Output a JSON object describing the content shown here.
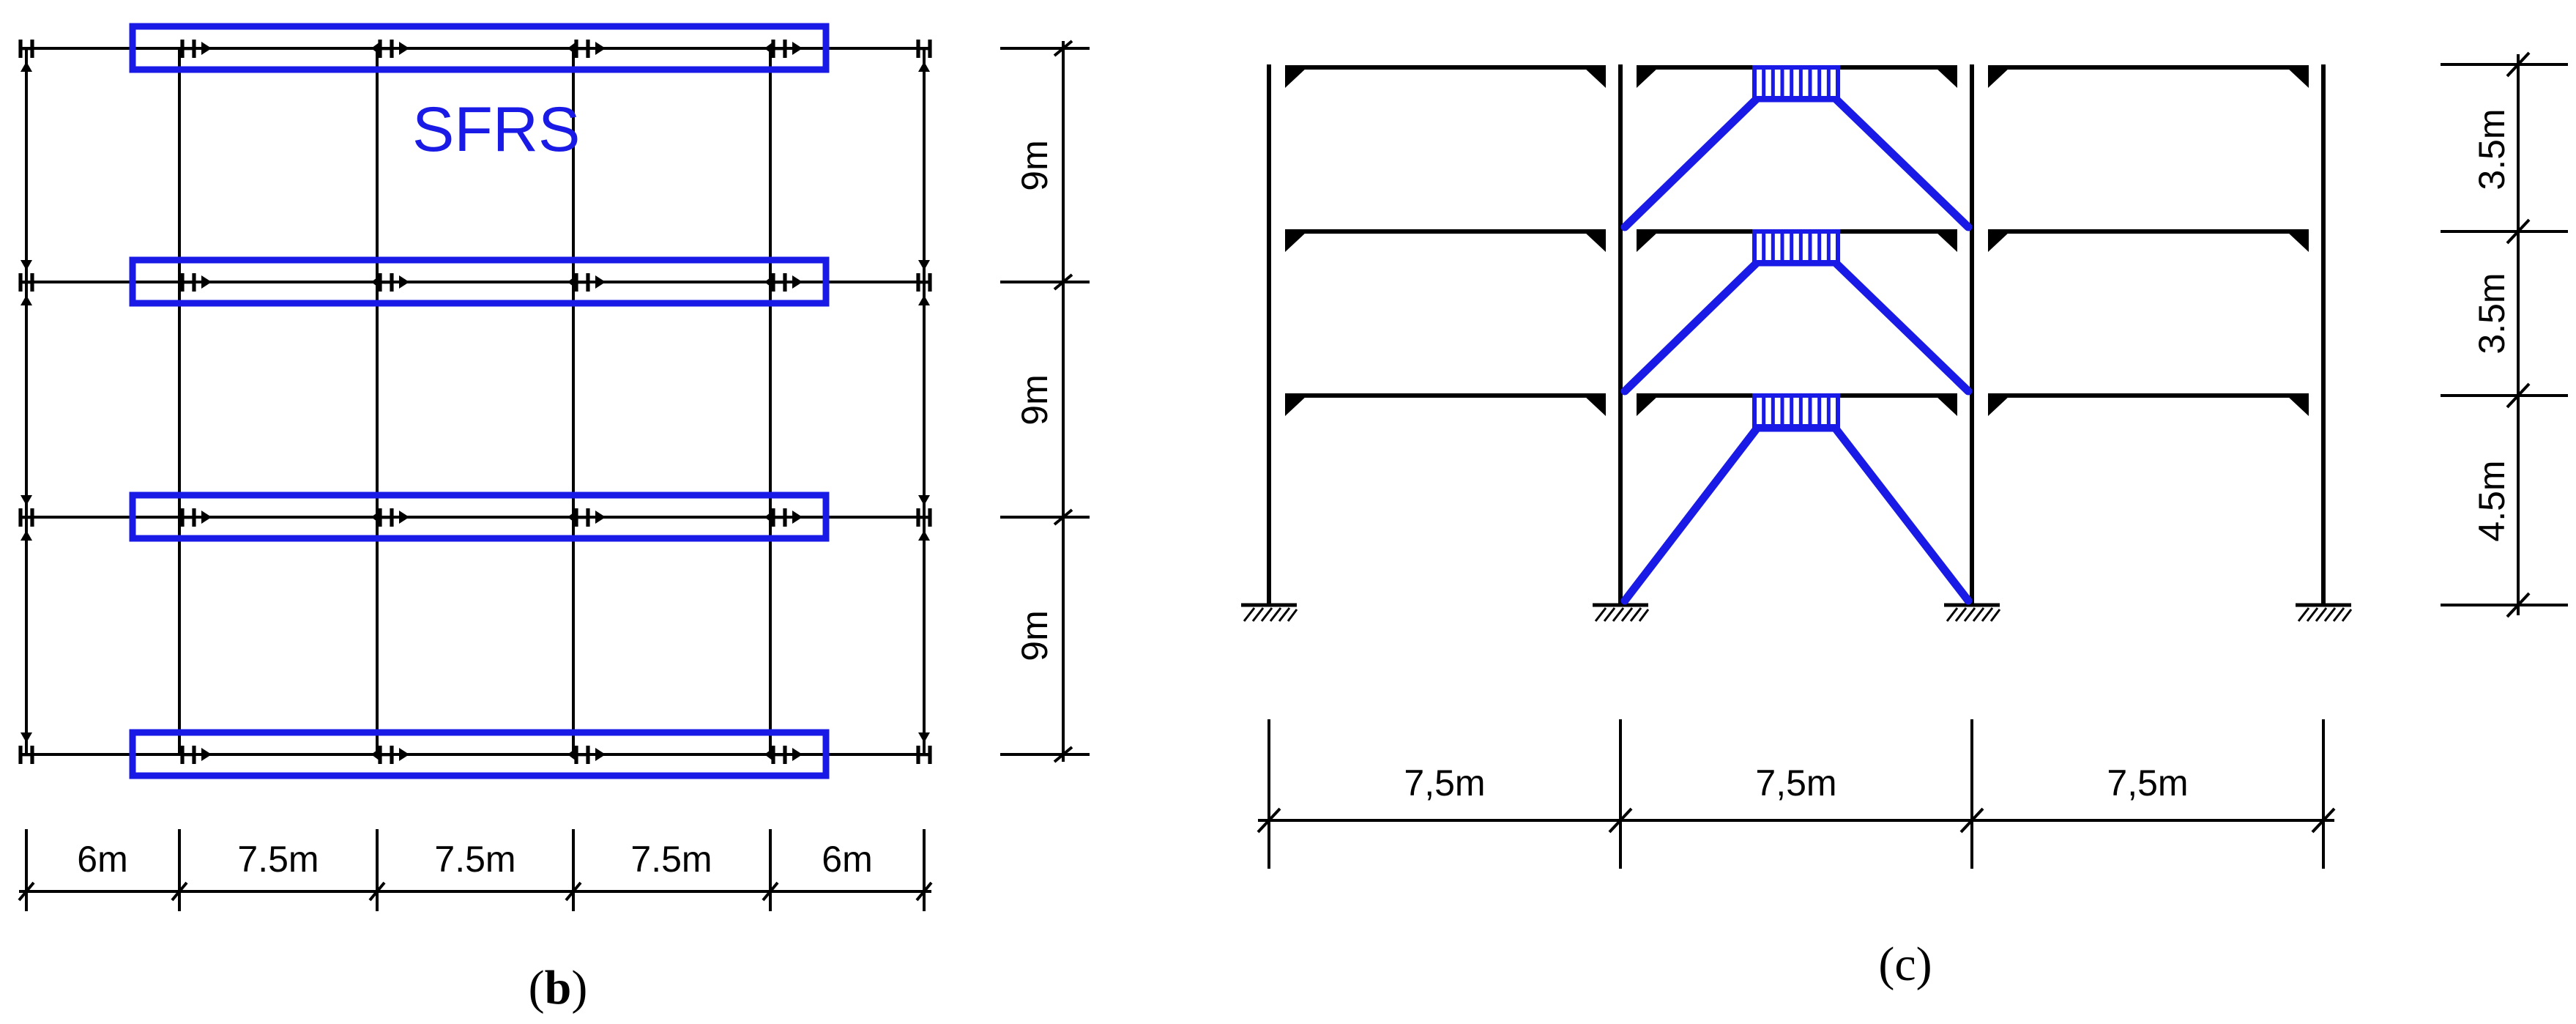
{
  "panel_b": {
    "caption_open": "(",
    "caption_letter": "b",
    "caption_close": ")",
    "sfrs_label": "SFRS",
    "bay_widths": [
      "6m",
      "7.5m",
      "7.5m",
      "7.5m",
      "6m"
    ],
    "story_spacings": [
      "9m",
      "9m",
      "9m"
    ],
    "pin_symbol": "H"
  },
  "panel_c": {
    "caption": "(c)",
    "bay_widths": [
      "7,5m",
      "7,5m",
      "7,5m"
    ],
    "story_heights": [
      "3.5m",
      "3.5m",
      "4.5m"
    ]
  },
  "colors": {
    "sfrs": "#1a1ae6",
    "line": "#000000"
  }
}
